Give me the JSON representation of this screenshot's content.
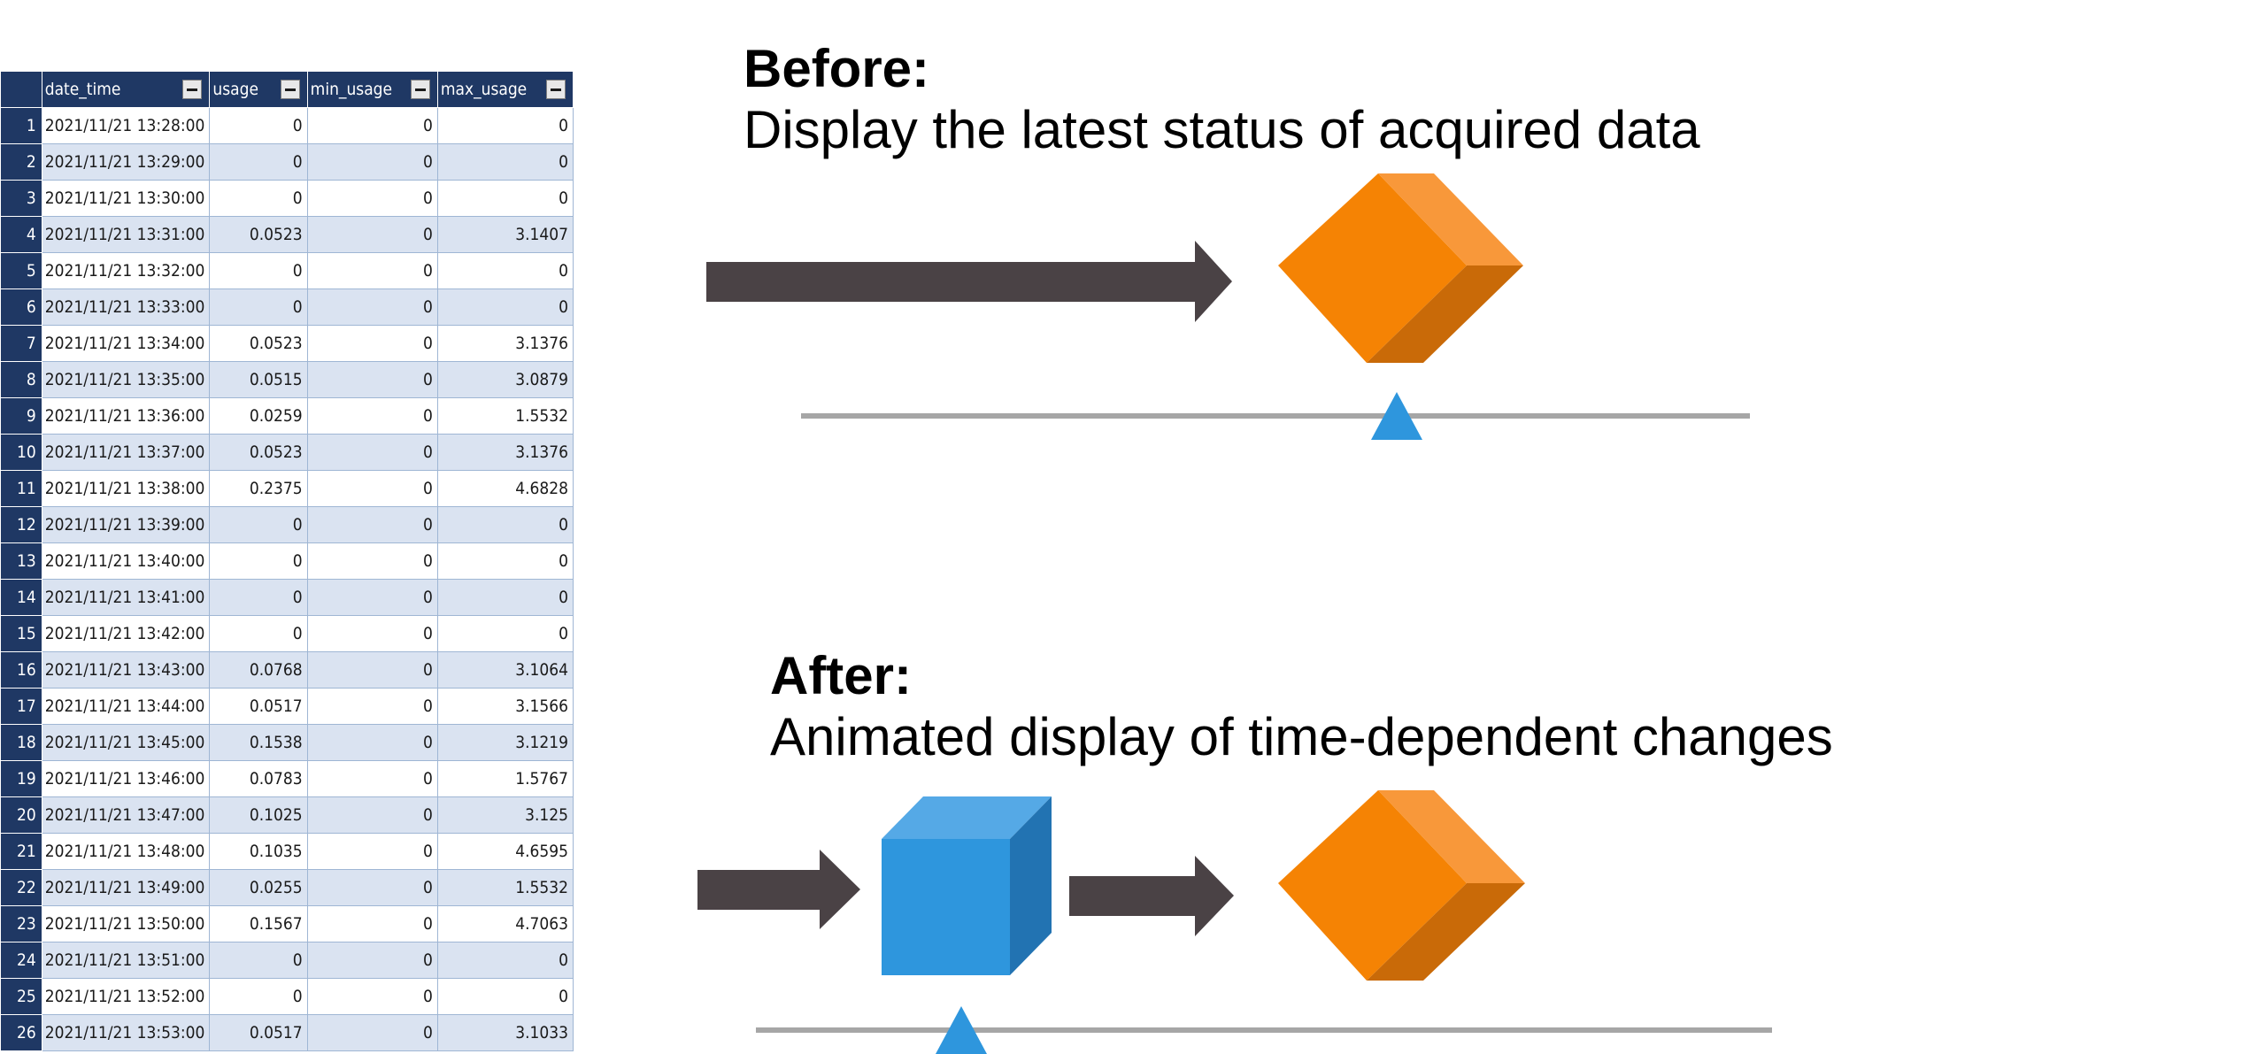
{
  "table": {
    "columns": [
      {
        "key": "index",
        "label": ""
      },
      {
        "key": "date_time",
        "label": "date_time"
      },
      {
        "key": "usage",
        "label": "usage"
      },
      {
        "key": "min_usage",
        "label": "min_usage"
      },
      {
        "key": "max_usage",
        "label": "max_usage"
      }
    ],
    "rows": [
      [
        "1",
        "2021/11/21 13:28:00",
        "0",
        "0",
        "0"
      ],
      [
        "2",
        "2021/11/21 13:29:00",
        "0",
        "0",
        "0"
      ],
      [
        "3",
        "2021/11/21 13:30:00",
        "0",
        "0",
        "0"
      ],
      [
        "4",
        "2021/11/21 13:31:00",
        "0.0523",
        "0",
        "3.1407"
      ],
      [
        "5",
        "2021/11/21 13:32:00",
        "0",
        "0",
        "0"
      ],
      [
        "6",
        "2021/11/21 13:33:00",
        "0",
        "0",
        "0"
      ],
      [
        "7",
        "2021/11/21 13:34:00",
        "0.0523",
        "0",
        "3.1376"
      ],
      [
        "8",
        "2021/11/21 13:35:00",
        "0.0515",
        "0",
        "3.0879"
      ],
      [
        "9",
        "2021/11/21 13:36:00",
        "0.0259",
        "0",
        "1.5532"
      ],
      [
        "10",
        "2021/11/21 13:37:00",
        "0.0523",
        "0",
        "3.1376"
      ],
      [
        "11",
        "2021/11/21 13:38:00",
        "0.2375",
        "0",
        "4.6828"
      ],
      [
        "12",
        "2021/11/21 13:39:00",
        "0",
        "0",
        "0"
      ],
      [
        "13",
        "2021/11/21 13:40:00",
        "0",
        "0",
        "0"
      ],
      [
        "14",
        "2021/11/21 13:41:00",
        "0",
        "0",
        "0"
      ],
      [
        "15",
        "2021/11/21 13:42:00",
        "0",
        "0",
        "0"
      ],
      [
        "16",
        "2021/11/21 13:43:00",
        "0.0768",
        "0",
        "3.1064"
      ],
      [
        "17",
        "2021/11/21 13:44:00",
        "0.0517",
        "0",
        "3.1566"
      ],
      [
        "18",
        "2021/11/21 13:45:00",
        "0.1538",
        "0",
        "3.1219"
      ],
      [
        "19",
        "2021/11/21 13:46:00",
        "0.0783",
        "0",
        "1.5767"
      ],
      [
        "20",
        "2021/11/21 13:47:00",
        "0.1025",
        "0",
        "3.125"
      ],
      [
        "21",
        "2021/11/21 13:48:00",
        "0.1035",
        "0",
        "4.6595"
      ],
      [
        "22",
        "2021/11/21 13:49:00",
        "0.0255",
        "0",
        "1.5532"
      ],
      [
        "23",
        "2021/11/21 13:50:00",
        "0.1567",
        "0",
        "4.7063"
      ],
      [
        "24",
        "2021/11/21 13:51:00",
        "0",
        "0",
        "0"
      ],
      [
        "25",
        "2021/11/21 13:52:00",
        "0",
        "0",
        "0"
      ],
      [
        "26",
        "2021/11/21 13:53:00",
        "0.0517",
        "0",
        "3.1033"
      ]
    ]
  },
  "before": {
    "title": "Before:",
    "subtitle": "Display the latest status of acquired data"
  },
  "after": {
    "title": "After:",
    "subtitle": "Animated display of time-dependent changes"
  },
  "icons": {
    "arrow": "arrow-right-icon",
    "orange_cube": "orange-cube-icon",
    "blue_cube": "blue-cube-icon",
    "marker": "triangle-marker-icon"
  },
  "colors": {
    "table_header": "#1f3864",
    "row_alt": "#dae3f1",
    "arrow": "#4a4245",
    "orange_front": "#f58304",
    "orange_top": "#f8983a",
    "orange_side": "#c96a08",
    "blue_front": "#2e96dd",
    "blue_top": "#55a9e6",
    "blue_side": "#2273b2",
    "timeline": "#a6a6a6",
    "marker": "#2e96dd"
  }
}
